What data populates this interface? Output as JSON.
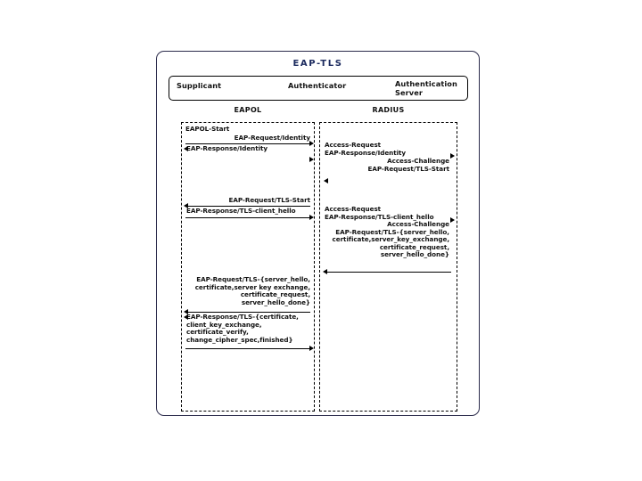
{
  "diagram": {
    "title": "EAP-TLS",
    "roles": [
      {
        "name": "supplicant",
        "label": "Supplicant"
      },
      {
        "name": "authenticator",
        "label": "Authenticator"
      },
      {
        "name": "authentication-server",
        "label": "Authentication Server"
      }
    ],
    "protocol_columns": [
      {
        "name": "eapol",
        "label": "EAPOL"
      },
      {
        "name": "radius",
        "label": "RADIUS"
      }
    ],
    "eapol_messages": [
      {
        "id": "eapol-start",
        "text": "EAPOL-Start",
        "align": "left"
      },
      {
        "id": "eap-request-identity",
        "text": "EAP-Request/Identity",
        "align": "right"
      },
      {
        "id": "eap-response-identity",
        "text": "EAP-Response/Identity",
        "align": "left"
      },
      {
        "id": "eap-request-tls-start",
        "text": "EAP-Request/TLS-Start",
        "align": "right"
      },
      {
        "id": "eap-response-tls-client-hello",
        "text": "EAP-Response/TLS-client_hello",
        "align": "left"
      },
      {
        "id": "eap-request-tls-server-hello",
        "text": "EAP-Request/TLS-{server_hello,\ncertificate,server key exchange,\ncertificate_request,\nserver_hello_done}",
        "align": "right"
      },
      {
        "id": "eap-response-tls-certificate",
        "text": "EAP-Response/TLS-{certificate,\nclient_key_exchange,\ncertificate_verify,\nchange_cipher_spec,finished}",
        "align": "left"
      }
    ],
    "radius_messages": [
      {
        "id": "access-request-identity",
        "text": "Access-Request\nEAP-Response/Identity",
        "align": "left"
      },
      {
        "id": "access-challenge-tls-start",
        "text": "Access-Challenge\nEAP-Request/TLS-Start",
        "align": "right"
      },
      {
        "id": "access-request-client-hello",
        "text": "Access-Request\nEAP-Response/TLS-client_hello",
        "align": "left"
      },
      {
        "id": "access-challenge-server-hello",
        "text": "Access-Challenge\nEAP-Request/TLS-{server_hello,\ncertificate,server_key_exchange,\ncertificate_request,\nserver_hello_done}",
        "align": "right"
      }
    ]
  },
  "colors": {
    "title": "#1b2a5e",
    "line": "#000000",
    "text": "#111111",
    "background": "#ffffff"
  }
}
